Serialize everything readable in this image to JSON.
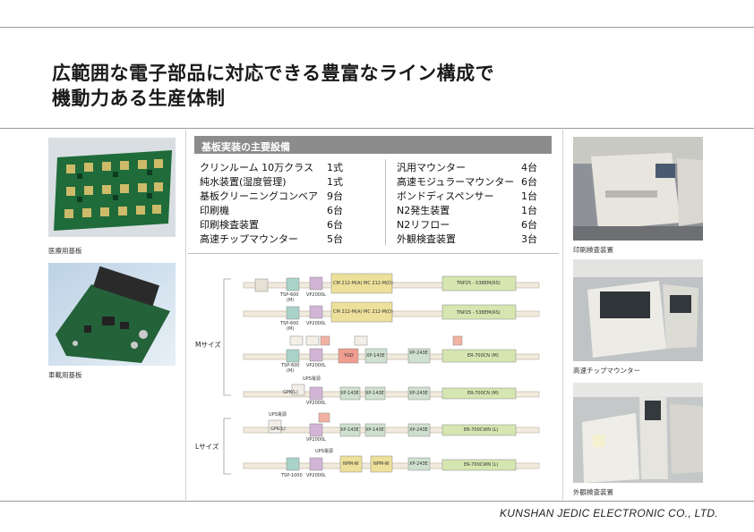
{
  "title": {
    "line1": "広範囲な電子部品に対応できる豊富なライン構成で",
    "line2": "機動力ある生産体制"
  },
  "left_photos": {
    "medical_caption": "医療用基板",
    "automotive_caption": "車載用基板"
  },
  "equipment": {
    "heading": "基板実装の主要設備",
    "left": [
      {
        "name": "クリンルーム 10万クラス",
        "qty": "1式"
      },
      {
        "name": "純水装置(湿度管理)",
        "qty": "1式"
      },
      {
        "name": "基板クリーニングコンベア",
        "qty": "9台"
      },
      {
        "name": "印刷機",
        "qty": "6台"
      },
      {
        "name": "印刷検査装置",
        "qty": "6台"
      },
      {
        "name": "高速チップマウンター",
        "qty": "5台"
      }
    ],
    "right": [
      {
        "name": "汎用マウンター",
        "qty": "4台"
      },
      {
        "name": "高速モジュラーマウンター",
        "qty": "6台"
      },
      {
        "name": "ボンドディスペンサー",
        "qty": "1台"
      },
      {
        "name": "N2発生装置",
        "qty": "1台"
      },
      {
        "name": "N2リフロー",
        "qty": "6台"
      },
      {
        "name": "外観検査装置",
        "qty": "3台"
      }
    ]
  },
  "layout": {
    "m_size": "Mサイズ",
    "l_size": "Lサイズ",
    "labels": {
      "tsp600": "TSP-600",
      "m": "(M)",
      "vp2000l": "VP2000L",
      "cm212": "CM 212-M(A)",
      "mc212": "MC 212-M(D)",
      "tnp": "TNP25 - 538EM(RS)",
      "ygd": "YGD",
      "xp143e": "XP-143E",
      "xp243e": "XP-243E",
      "er700cn_m": "ER-700CN (M)",
      "ups": "UPS電源",
      "gpk_l": "GPK(L)",
      "er700cwn_l": "ER-700CWN (L)",
      "npm": "NPM-W",
      "tsp1000": "TSP-1000"
    }
  },
  "right_photos": {
    "print_inspection_caption": "印刷検査装置",
    "chip_mounter_caption": "高速チップマウンター",
    "visual_inspection_caption": "外観検査装置"
  },
  "footer": "KUNSHAN JEDIC ELECTRONIC CO., LTD."
}
